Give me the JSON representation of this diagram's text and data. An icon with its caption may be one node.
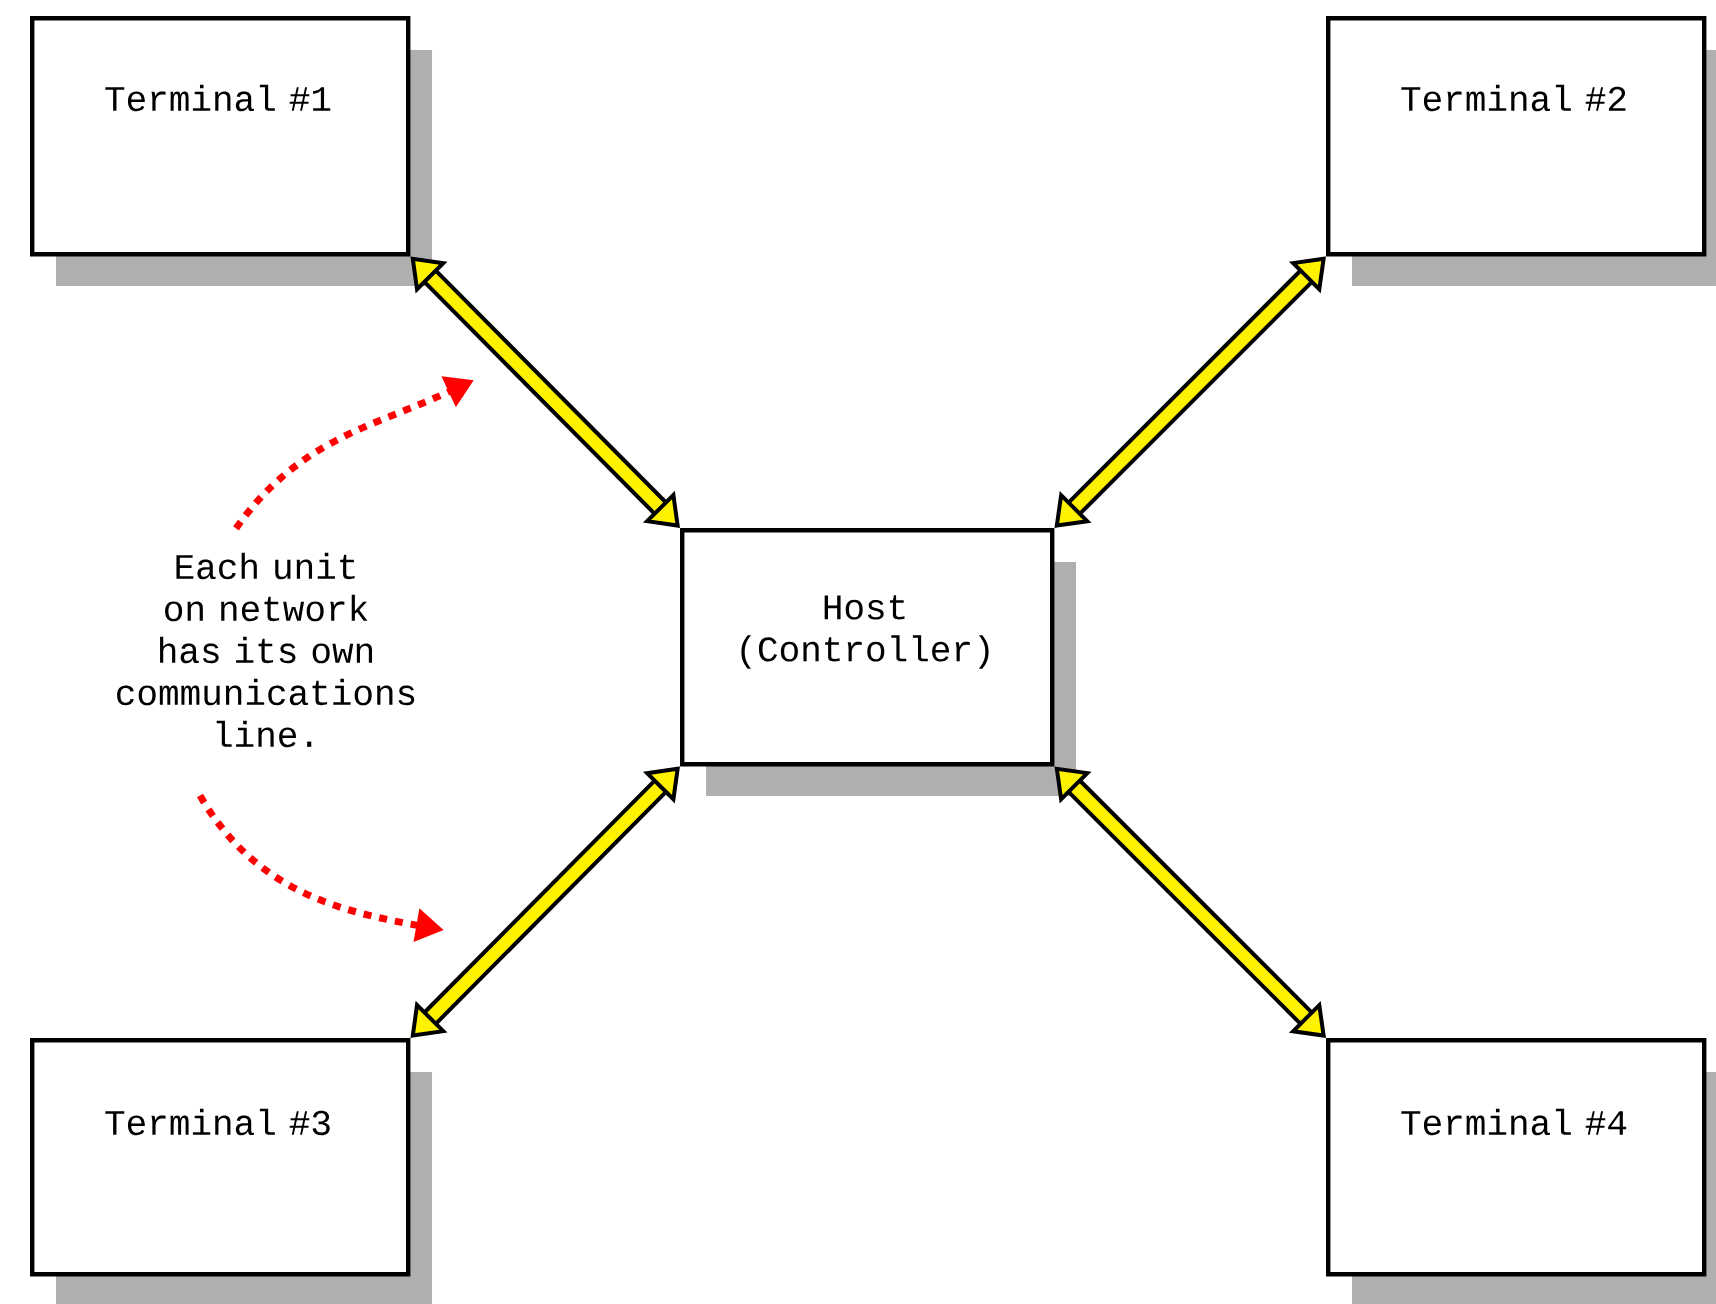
{
  "diagram": {
    "nodes": [
      {
        "text": [
          "Terminal #1"
        ]
      },
      {
        "text": [
          "Terminal #2"
        ]
      },
      {
        "text": [
          "Each unit on network has its own communications line."
        ]
      },
      {
        "text": [
          "Host (Controller)"
        ]
      },
      {
        "text": [
          "Terminal #3"
        ]
      },
      {
        "text": [
          "Terminal #4"
        ]
      }
    ],
    "edges": [
      {
        "from": 0,
        "to": 3,
        "arrow": "both"
      },
      {
        "from": 1,
        "to": 3,
        "arrow": "both"
      },
      {
        "from": 4,
        "to": 3,
        "arrow": "both"
      },
      {
        "from": 5,
        "to": 3,
        "arrow": "both"
      },
      {
        "from": 2,
        "to": null,
        "arrow": "to",
        "style": "dashed",
        "color": "#ff0000"
      },
      {
        "from": 2,
        "to": null,
        "arrow": "to",
        "style": "dashed",
        "color": "#ff0000"
      }
    ]
  }
}
